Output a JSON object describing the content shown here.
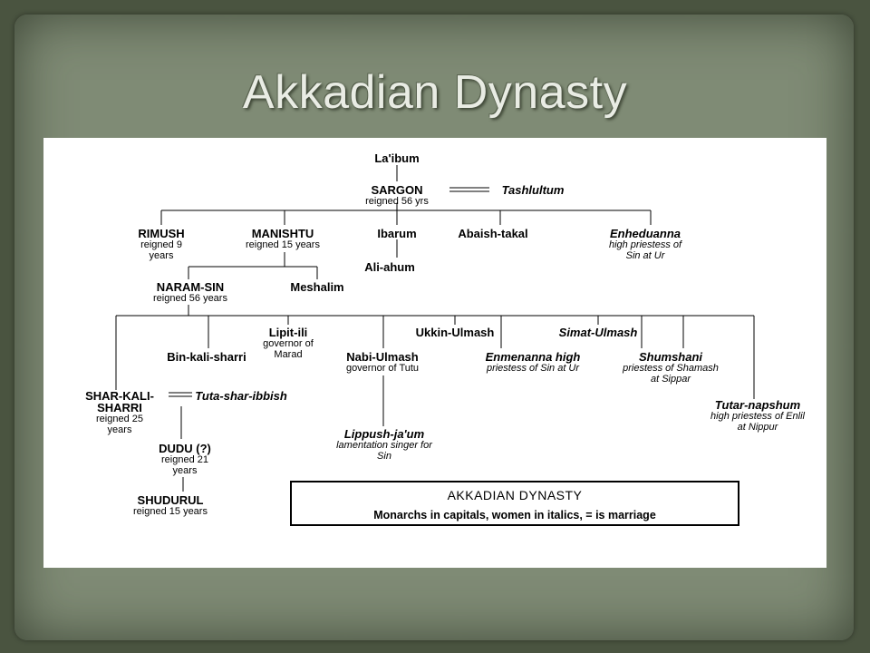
{
  "slide": {
    "title": "Akkadian Dynasty"
  },
  "tree": {
    "laibum": {
      "name": "La'ibum"
    },
    "sargon": {
      "name": "SARGON",
      "note": "reigned 56 yrs"
    },
    "tashlultum": {
      "name": "Tashlultum"
    },
    "rimush": {
      "name": "RIMUSH",
      "note1": "reigned 9",
      "note2": "years"
    },
    "manishtu": {
      "name": "MANISHTU",
      "note": "reigned 15 years"
    },
    "ibarum": {
      "name": "Ibarum"
    },
    "ali_ahum": {
      "name": "Ali-ahum"
    },
    "abaish_takal": {
      "name": "Abaish-takal"
    },
    "enheduanna": {
      "name": "Enheduanna",
      "note1": "high priestess of",
      "note2": "Sin at Ur"
    },
    "naram_sin": {
      "name": "NARAM-SIN",
      "note": "reigned 56 years"
    },
    "meshalim": {
      "name": "Meshalim"
    },
    "lipit_ili": {
      "name": "Lipit-ili",
      "note1": "governor of",
      "note2": "Marad"
    },
    "ukkin_ulmash": {
      "name": "Ukkin-Ulmash"
    },
    "simat_ulmash": {
      "name": "Simat-Ulmash"
    },
    "bin_kali_sharri": {
      "name": "Bin-kali-sharri"
    },
    "nabi_ulmash": {
      "name": "Nabi-Ulmash",
      "note": "governor of Tutu"
    },
    "enmenanna": {
      "name": "Enmenanna high",
      "note": "priestess of Sin at Ur"
    },
    "shumshani": {
      "name": "Shumshani",
      "note1": "priestess of Shamash",
      "note2": "at Sippar"
    },
    "shar_kali_sharri": {
      "name1": "SHAR-KALI-",
      "name2": "SHARRI",
      "note1": "reigned 25",
      "note2": "years"
    },
    "tuta_shar_ibbish": {
      "name": "Tuta-shar-ibbish"
    },
    "tutar_napshum": {
      "name": "Tutar-napshum",
      "note1": "high priestess of Enlil",
      "note2": "at Nippur"
    },
    "lippush_jaum": {
      "name": "Lippush-ja'um",
      "note1": "lamentation singer for",
      "note2": "Sin"
    },
    "dudu": {
      "name": "DUDU (?)",
      "note1": "reigned 21",
      "note2": "years"
    },
    "shudurul": {
      "name": "SHUDURUL",
      "note": "reigned 15 years"
    }
  },
  "legend": {
    "title": "AKKADIAN DYNASTY",
    "subtitle": "Monarchs in capitals, women in italics, = is marriage"
  }
}
